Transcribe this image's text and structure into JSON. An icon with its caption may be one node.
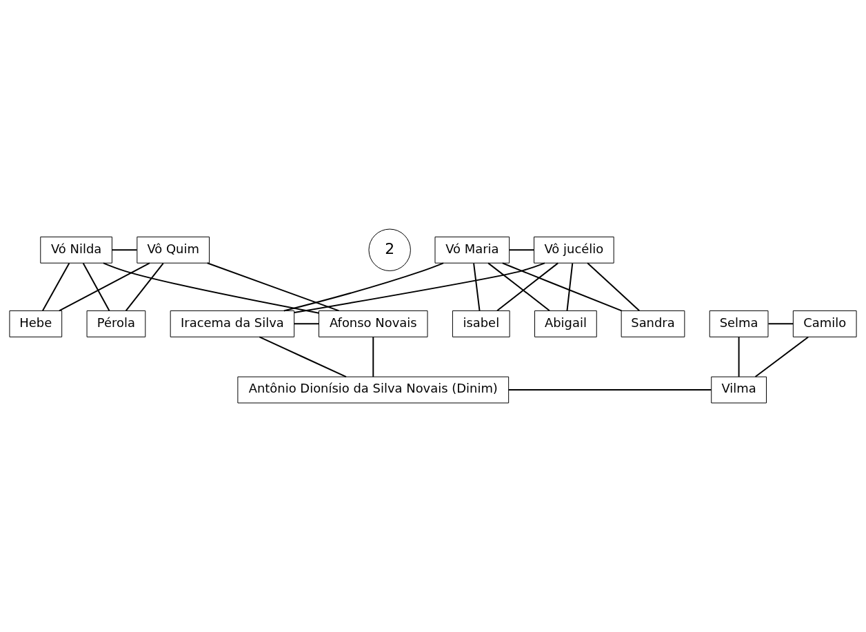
{
  "diagram": {
    "nodes": [
      {
        "text": [
          "Vó Maria"
        ]
      },
      {
        "text": [
          "Vô jucélio"
        ]
      },
      {
        "text": [
          "Vó Nilda"
        ]
      },
      {
        "text": [
          "Vô Quim"
        ]
      },
      {
        "text": [
          "isabel"
        ]
      },
      {
        "text": [
          "Abigail"
        ]
      },
      {
        "text": [
          "Sandra"
        ]
      },
      {
        "text": [
          "Iracema da Silva"
        ]
      },
      {
        "text": [
          "Afonso Novais"
        ]
      },
      {
        "text": [
          "Hebe"
        ]
      },
      {
        "text": [
          "Pérola"
        ]
      },
      {
        "text": [
          "Selma"
        ]
      },
      {
        "text": [
          "Camilo"
        ]
      },
      {
        "text": [
          "Antônio Dionísio da Silva Novais (Dinim)"
        ]
      },
      {
        "text": [
          "Vilma"
        ]
      }
    ],
    "edges": [
      {
        "from": 0,
        "to": 1,
        "arrow": "none"
      },
      {
        "from": 2,
        "to": 3,
        "arrow": "none"
      },
      {
        "from": 0,
        "to": 4,
        "arrow": "none"
      },
      {
        "from": 1,
        "to": 4,
        "arrow": "none"
      },
      {
        "from": 0,
        "to": 5,
        "arrow": "none"
      },
      {
        "from": 1,
        "to": 5,
        "arrow": "none"
      },
      {
        "from": 0,
        "to": 6,
        "arrow": "none"
      },
      {
        "from": 1,
        "to": 6,
        "arrow": "none"
      },
      {
        "from": 0,
        "to": 7,
        "arrow": "none"
      },
      {
        "from": 1,
        "to": 7,
        "arrow": "none"
      },
      {
        "from": 2,
        "to": 8,
        "arrow": "none"
      },
      {
        "from": 3,
        "to": 8,
        "arrow": "none"
      },
      {
        "from": 2,
        "to": 9,
        "arrow": "none"
      },
      {
        "from": 3,
        "to": 9,
        "arrow": "none"
      },
      {
        "from": 2,
        "to": 10,
        "arrow": "none"
      },
      {
        "from": 3,
        "to": 10,
        "arrow": "none"
      },
      {
        "from": 7,
        "to": 8,
        "arrow": "none"
      },
      {
        "from": 11,
        "to": 12,
        "arrow": "none"
      },
      {
        "from": 7,
        "to": 13,
        "arrow": "none"
      },
      {
        "from": 8,
        "to": 13,
        "arrow": "none"
      },
      {
        "from": 11,
        "to": 14,
        "arrow": "none"
      },
      {
        "from": 12,
        "to": 14,
        "arrow": "none"
      },
      {
        "from": 13,
        "to": 14,
        "arrow": "none"
      }
    ],
    "labels": [
      "2"
    ]
  }
}
